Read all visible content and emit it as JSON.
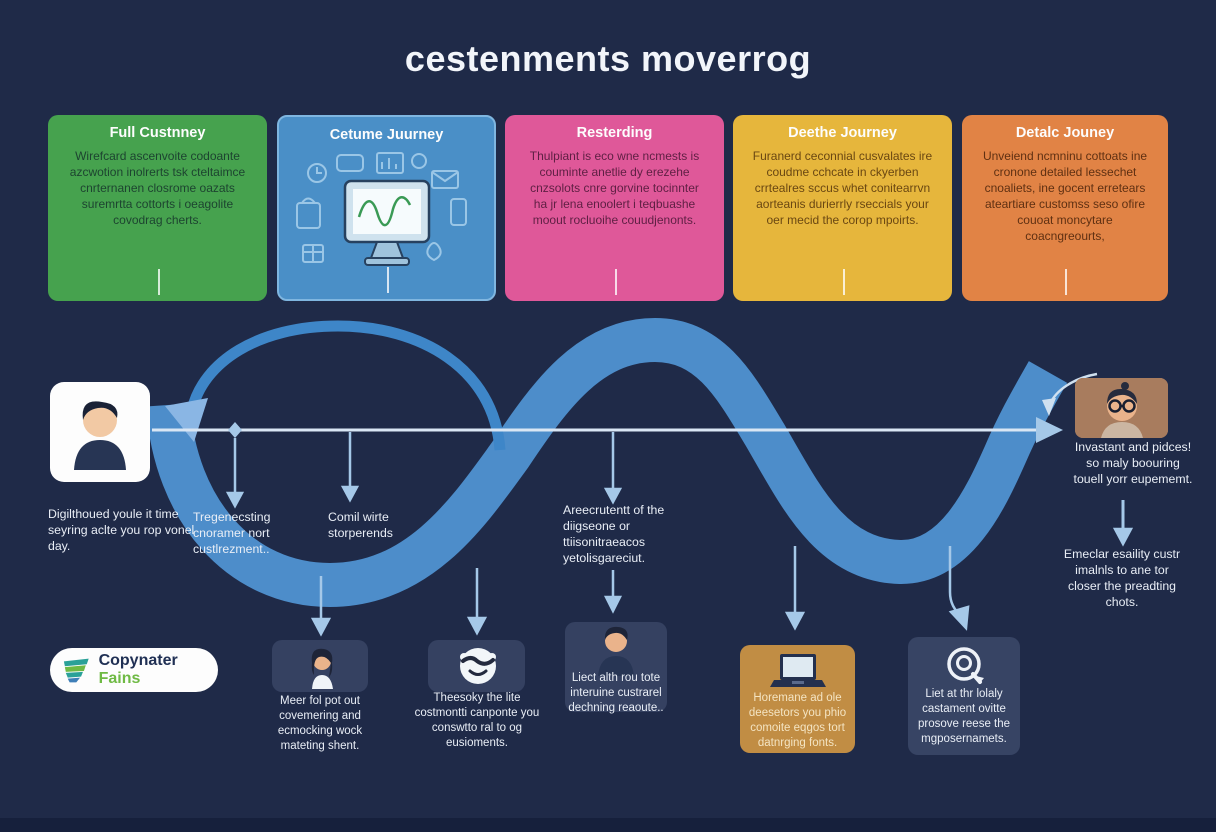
{
  "title": "cestenments moverrog",
  "colors": {
    "background": "#1f2a48",
    "ribbon": "#4d8dca",
    "timeline_line": "#d9e6f4",
    "arrow": "#a5c8e8",
    "card_green": "#46a24e",
    "card_blue": "#4a8fc7",
    "card_pink": "#df5899",
    "card_yellow": "#e6b63c",
    "card_orange": "#e18345",
    "bottom_box_tan": "#c18d44",
    "logo_text": "#203054",
    "logo_accent": "#6fba44"
  },
  "cards": [
    {
      "title": "Full Custnney",
      "body": "Wirefcard ascenvoite codoante azcwotion inolrerts tsk cteltaimce cnrternanen closrome oazats suremrtta cottorts i oeagolite covodrag cherts."
    },
    {
      "title": "Cetume Juurney",
      "body": "",
      "illustration": "monitor-with-doodles"
    },
    {
      "title": "Resterding",
      "body": "Thulpiant is eco wne ncmests is couminte anetlie dy erezehe cnzsolots cnre gorvine tocinnter ha jr lena enoolert i teqbuashe moout rocluoihe couudjenonts."
    },
    {
      "title": "Deethe Journey",
      "body": "Furanerd ceconnial cusvalates ire coudme cchcate in ckyerben crrtealres sccus whet conitearrvn aorteanis durierrly rseccials your oer mecid the corop mpoirts."
    },
    {
      "title": "Detalc Jouney",
      "body": "Unveiend ncmninu cottoats ine cronone detailed lessechet cnoaliets, ine gocent erretears ateartiare customss seso ofire couoat moncytare coacngreourts,"
    }
  ],
  "timeline": {
    "left_caption": "Digilthoued youle it time seyring aclte you rop vonel day.",
    "labels": [
      {
        "text": "Tregenecsting cnoramer nort custlrezment.."
      },
      {
        "text": "Comil wirte storperends"
      },
      {
        "text": "Areecrutentt of the diigseone or ttiisonitraeacos yetolisgareciut."
      }
    ],
    "right_top": "Invastant and pidces! so maly boouring touell yorr eupememt.",
    "right_bottom": "Emeclar esaility custr imalnls to ane tor closer the preadting chots."
  },
  "logo": {
    "name": "Copynater",
    "suffix": "Fains"
  },
  "bottom_items": [
    {
      "icon": "woman-avatar-icon",
      "text": "Meer fol pot out covemering and ecmocking wock mateting shent."
    },
    {
      "icon": "smiley-blob-icon",
      "text": "Theesoky the lite costmontti canponte you conswtto ral to og eusioments."
    },
    {
      "icon": "person-avatar-icon",
      "text": "Liect alth rou tote interuine custrarel dechning reaoute.."
    },
    {
      "icon": "laptop-icon",
      "text": "Horemane ad ole deesetors you phio comoite eqgos tort datnrging fonts."
    },
    {
      "icon": "magnifier-person-icon",
      "text": "Liet at thr lolaly castament ovitte prosove reese the mgposernamets."
    }
  ]
}
